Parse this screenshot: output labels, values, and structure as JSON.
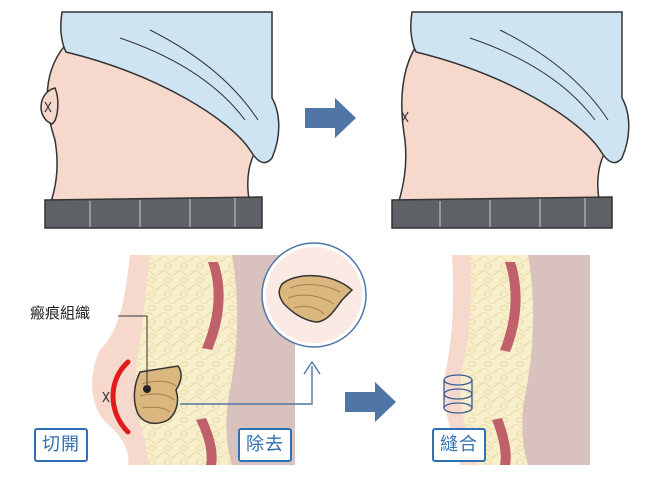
{
  "labels": {
    "scar_tissue": "瘢痕組織",
    "incision": "切開",
    "removal": "除去",
    "suture": "縫合"
  },
  "colors": {
    "arrow": "#4f76a6",
    "label_border": "#2f6fb3",
    "incision_line": "#e01b1b",
    "skin": "#f6d8cc",
    "shirt": "#cfe4f2",
    "belt": "#5e6266",
    "fat": "#f7eecb",
    "muscle": "#c0606a",
    "inner": "#d9c2bd",
    "scar_fill": "#d9b77e"
  },
  "icons": {
    "step_arrow": "right-arrow-icon",
    "callout_arrow": "up-arrow-icon"
  }
}
